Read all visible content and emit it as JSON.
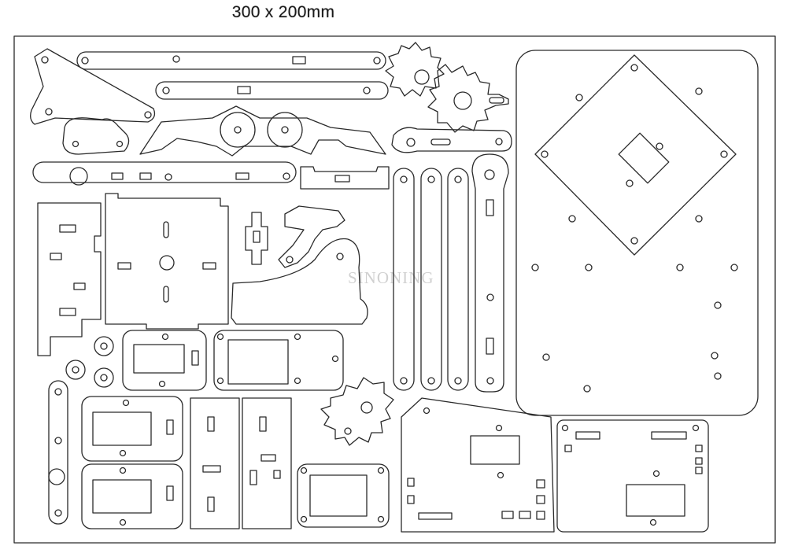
{
  "header": {
    "title": "300 x 200mm"
  },
  "watermark": {
    "text": "SINONING"
  },
  "colors": {
    "line": "#2a2a2a",
    "background": "#ffffff",
    "watermark": "#d0d0d0"
  },
  "parts": [
    "base-plate",
    "base-pcb-plate",
    "claw-plate",
    "arm-links",
    "servo-mounts",
    "gear-pieces",
    "bearing-washers"
  ]
}
